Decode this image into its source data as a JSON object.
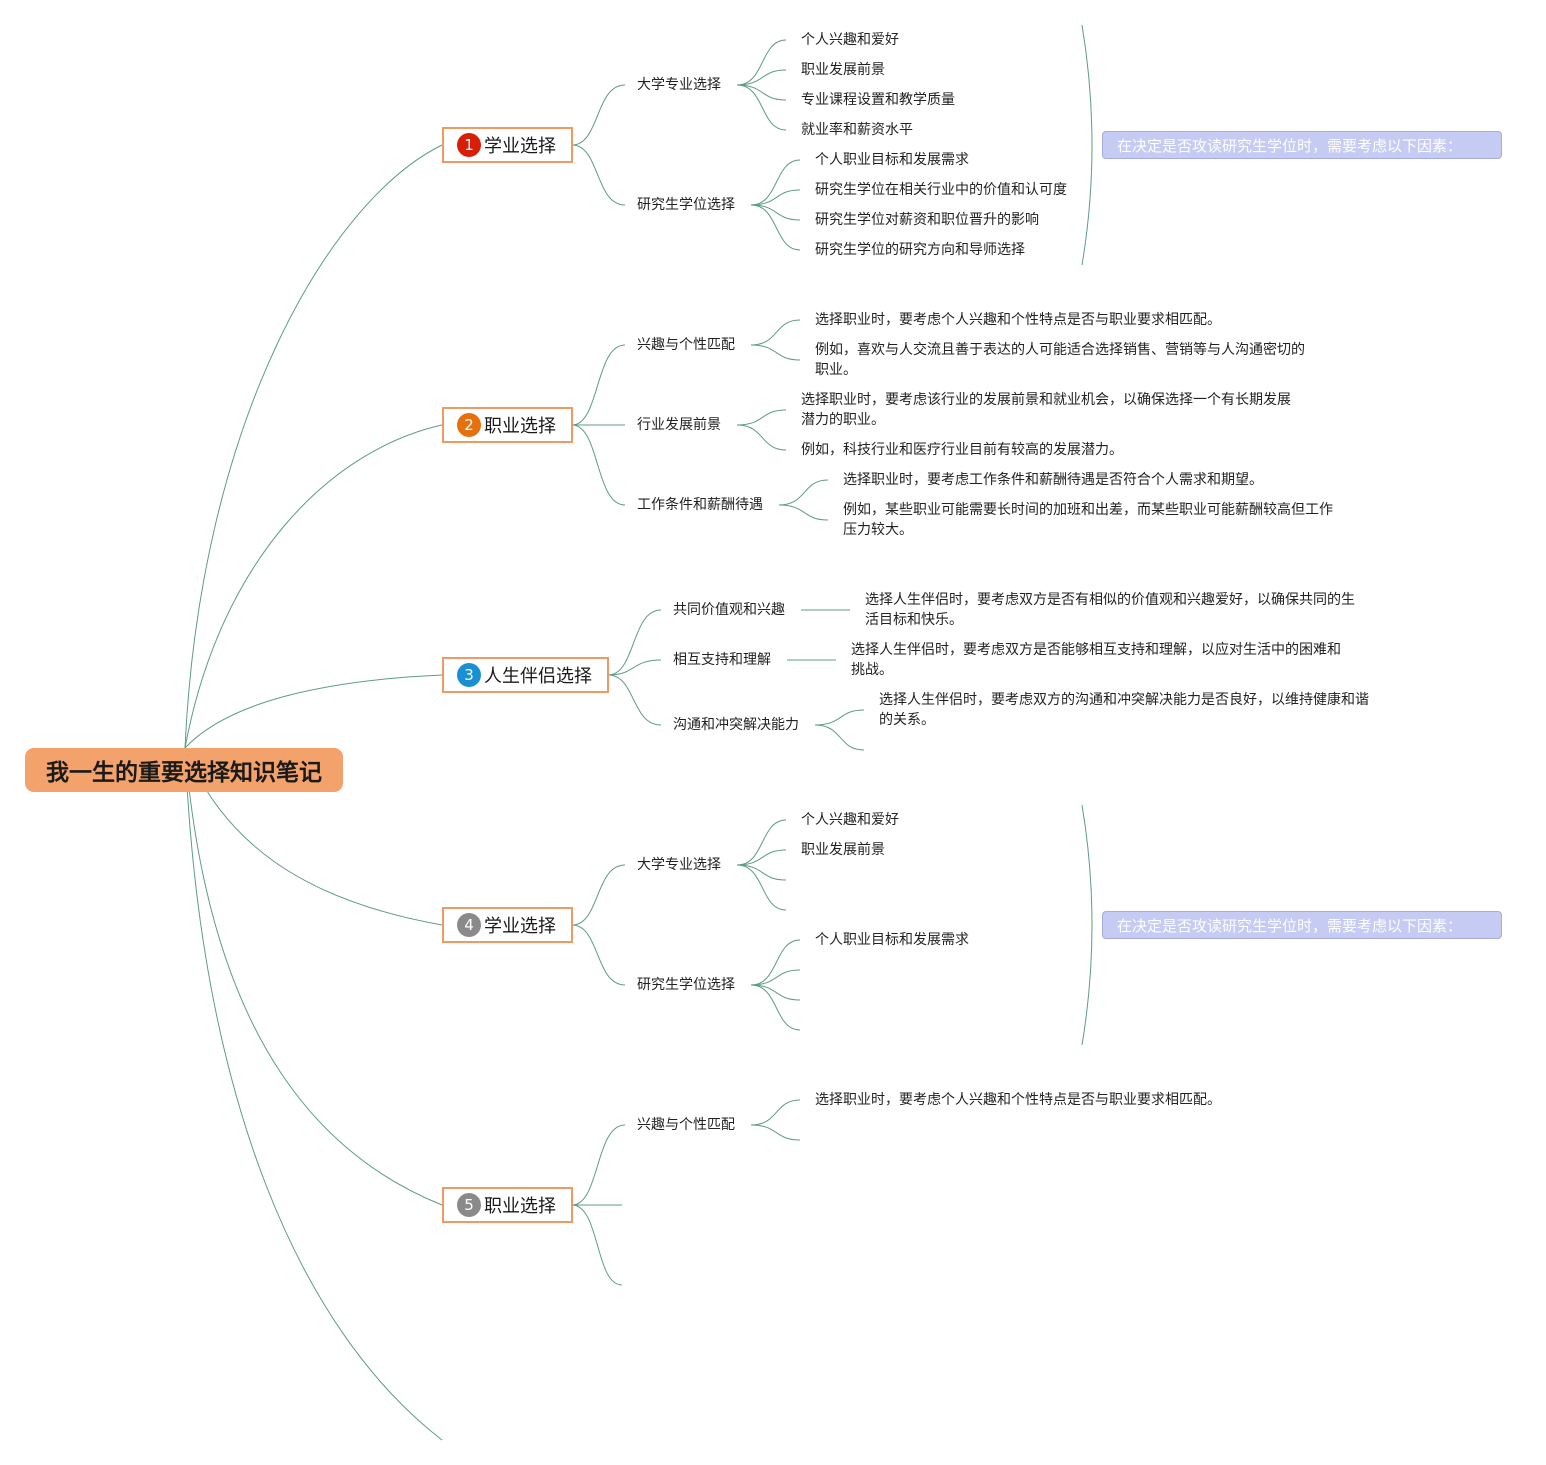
{
  "root": {
    "title": "我一生的重要选择知识笔记"
  },
  "colors": {
    "line": "#5d9c86",
    "root_fill": "#f4a26b",
    "topic_border": "#ef9a62",
    "summary_fill": "#c5cbf3"
  },
  "topics": [
    {
      "number": "1",
      "badge_color": "#d81e06",
      "label": "学业选择",
      "subtopics": [
        {
          "label": "大学专业选择",
          "leaves": [
            "个人兴趣和爱好",
            "职业发展前景",
            "专业课程设置和教学质量",
            "就业率和薪资水平"
          ]
        },
        {
          "label": "研究生学位选择",
          "leaves": [
            "个人职业目标和发展需求",
            "研究生学位在相关行业中的价值和认可度",
            "研究生学位对薪资和职位晋升的影响",
            "研究生学位的研究方向和导师选择"
          ]
        }
      ],
      "summary": "在决定是否攻读研究生学位时，需要考虑以下因素："
    },
    {
      "number": "2",
      "badge_color": "#e5700d",
      "label": "职业选择",
      "subtopics": [
        {
          "label": "兴趣与个性匹配",
          "leaves": [
            "选择职业时，要考虑个人兴趣和个性特点是否与职业要求相匹配。",
            "例如，喜欢与人交流且善于表达的人可能适合选择销售、营销等与人沟通密切的职业。"
          ]
        },
        {
          "label": "行业发展前景",
          "leaves": [
            "选择职业时，要考虑该行业的发展前景和就业机会，以确保选择一个有长期发展潜力的职业。",
            "例如，科技行业和医疗行业目前有较高的发展潜力。"
          ]
        },
        {
          "label": "工作条件和薪酬待遇",
          "leaves": [
            "选择职业时，要考虑工作条件和薪酬待遇是否符合个人需求和期望。",
            "例如，某些职业可能需要长时间的加班和出差，而某些职业可能薪酬较高但工作压力较大。"
          ]
        }
      ]
    },
    {
      "number": "3",
      "badge_color": "#1b8fd3",
      "label": "人生伴侣选择",
      "subtopics": [
        {
          "label": "共同价值观和兴趣",
          "leaves": [
            "选择人生伴侣时，要考虑双方是否有相似的价值观和兴趣爱好，以确保共同的生活目标和快乐。"
          ]
        },
        {
          "label": "相互支持和理解",
          "leaves": [
            "选择人生伴侣时，要考虑双方是否能够相互支持和理解，以应对生活中的困难和挑战。"
          ]
        },
        {
          "label": "沟通和冲突解决能力",
          "leaves": [
            "选择人生伴侣时，要考虑双方的沟通和冲突解决能力是否良好，以维持健康和谐的关系。"
          ]
        }
      ]
    },
    {
      "number": "4",
      "badge_color": "#8a8a8a",
      "label": "学业选择",
      "subtopics": [
        {
          "label": "大学专业选择",
          "leaves": [
            "个人兴趣和爱好",
            "职业发展前景",
            "",
            ""
          ]
        },
        {
          "label": "研究生学位选择",
          "leaves": [
            "个人职业目标和发展需求",
            "",
            "",
            ""
          ]
        }
      ],
      "summary": "在决定是否攻读研究生学位时，需要考虑以下因素："
    },
    {
      "number": "5",
      "badge_color": "#8a8a8a",
      "label": "职业选择",
      "subtopics": [
        {
          "label": "兴趣与个性匹配",
          "leaves": [
            "选择职业时，要考虑个人兴趣和个性特点是否与职业要求相匹配。",
            ""
          ]
        },
        {
          "label": "",
          "leaves": []
        },
        {
          "label": "",
          "leaves": []
        }
      ]
    }
  ]
}
